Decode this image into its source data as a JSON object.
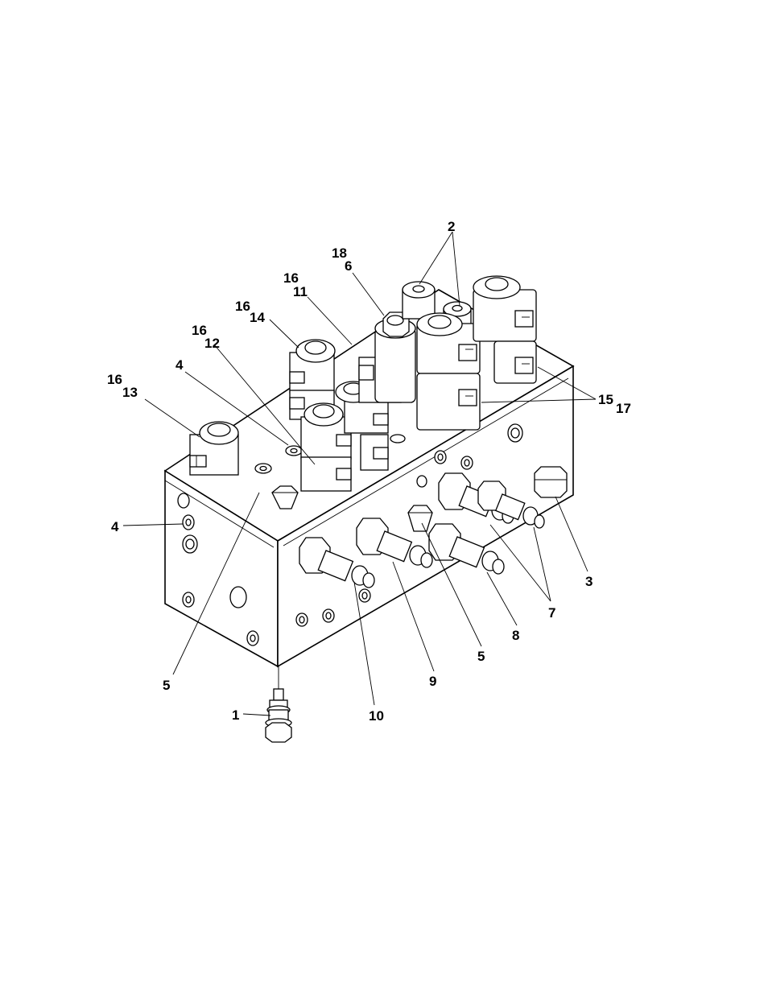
{
  "callouts": {
    "c1": "1",
    "c2": "2",
    "c3": "3",
    "c4a": "4",
    "c4b": "4",
    "c5a": "5",
    "c5b": "5",
    "c6": "6",
    "c7": "7",
    "c8": "8",
    "c9": "9",
    "c10": "10",
    "c11": "11",
    "c12": "12",
    "c13": "13",
    "c14": "14",
    "c15": "15",
    "c16a": "16",
    "c16b": "16",
    "c16c": "16",
    "c16d": "16",
    "c17": "17",
    "c18": "18"
  }
}
